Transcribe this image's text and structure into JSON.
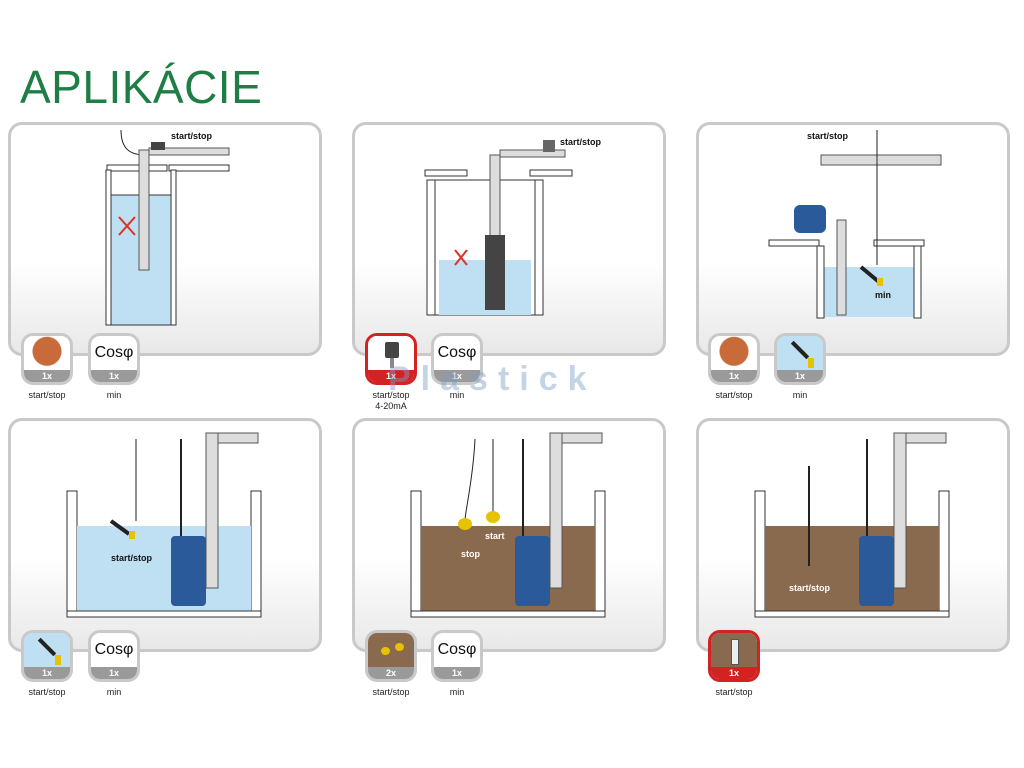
{
  "title": "APLIKÁCIE",
  "watermark": "Plastick",
  "panels": [
    {
      "label": "start/stop",
      "badges": [
        {
          "qty": "1x",
          "caption": "start/stop"
        },
        {
          "qty": "1x",
          "caption": "min",
          "text": "Cosφ"
        }
      ]
    },
    {
      "label": "start/stop",
      "badges": [
        {
          "qty": "1x",
          "caption": "start/stop",
          "caption2": "4-20mA"
        },
        {
          "qty": "1x",
          "caption": "min",
          "text": "Cosφ"
        }
      ]
    },
    {
      "label": "start/stop",
      "label2": "min",
      "badges": [
        {
          "qty": "1x",
          "caption": "start/stop"
        },
        {
          "qty": "1x",
          "caption": "min"
        }
      ]
    },
    {
      "label": "start/stop",
      "badges": [
        {
          "qty": "1x",
          "caption": "start/stop"
        },
        {
          "qty": "1x",
          "caption": "min",
          "text": "Cosφ"
        }
      ]
    },
    {
      "label": "start",
      "label2": "stop",
      "badges": [
        {
          "qty": "2x",
          "caption": "start/stop"
        },
        {
          "qty": "1x",
          "caption": "min",
          "text": "Cosφ"
        }
      ]
    },
    {
      "label": "start/stop",
      "badges": [
        {
          "qty": "1x",
          "caption": "start/stop"
        }
      ]
    }
  ]
}
